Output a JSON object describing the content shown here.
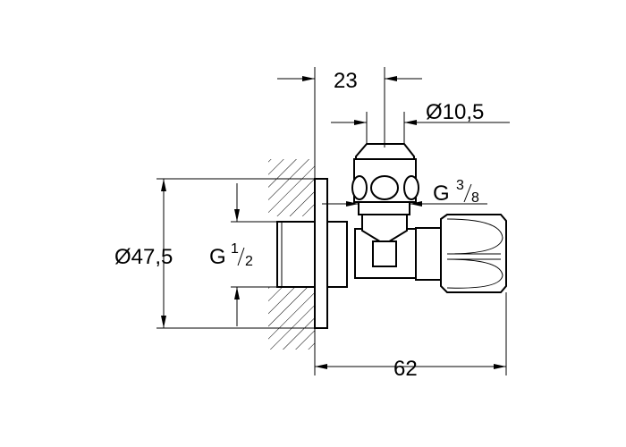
{
  "dimensions": {
    "width_top": "23",
    "outlet_diameter": "Ø10,5",
    "outlet_thread": {
      "prefix": "G",
      "num": "3",
      "den": "8"
    },
    "rosette_diameter": "Ø47,5",
    "inlet_thread": {
      "prefix": "G",
      "num": "1",
      "den": "2"
    },
    "length": "62"
  },
  "colors": {
    "line": "#000000",
    "background": "#ffffff"
  }
}
